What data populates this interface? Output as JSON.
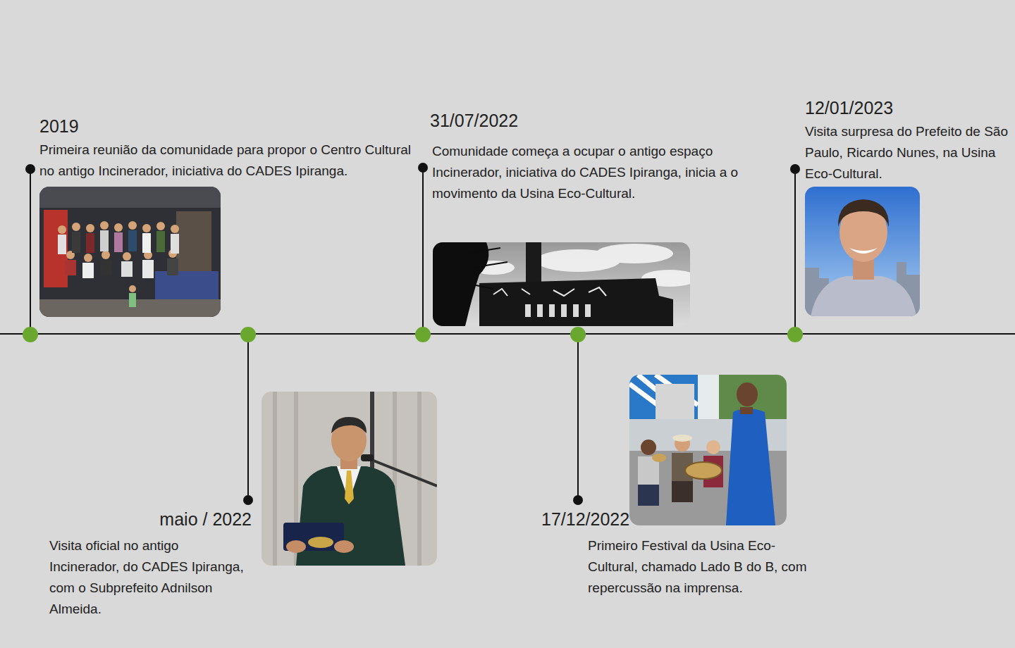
{
  "diagram": {
    "labels": [
      "2019",
      "Primeira reunião da comunidade para propor o Centro Cultural no antigo Incinerador, iniciativa do CADES Ipiranga.",
      "maio / 2022",
      "Visita oficial no antigo Incinerador, do CADES Ipiranga, com o Subprefeito Adnilson Almeida.",
      "31/07/2022",
      "Comunidade começa a ocupar o antigo espaço Incinerador, iniciativa do CADES Ipiranga, inicia a o movimento da Usina Eco-Cultural.",
      "17/12/2022",
      "Primeiro Festival da Usina Eco-Cultural, chamado Lado B do B, com repercussão na imprensa.",
      "12/01/2023",
      "Visita surpresa do Prefeito de São Paulo, Ricardo Nunes, na Usina Eco-Cultural."
    ]
  }
}
